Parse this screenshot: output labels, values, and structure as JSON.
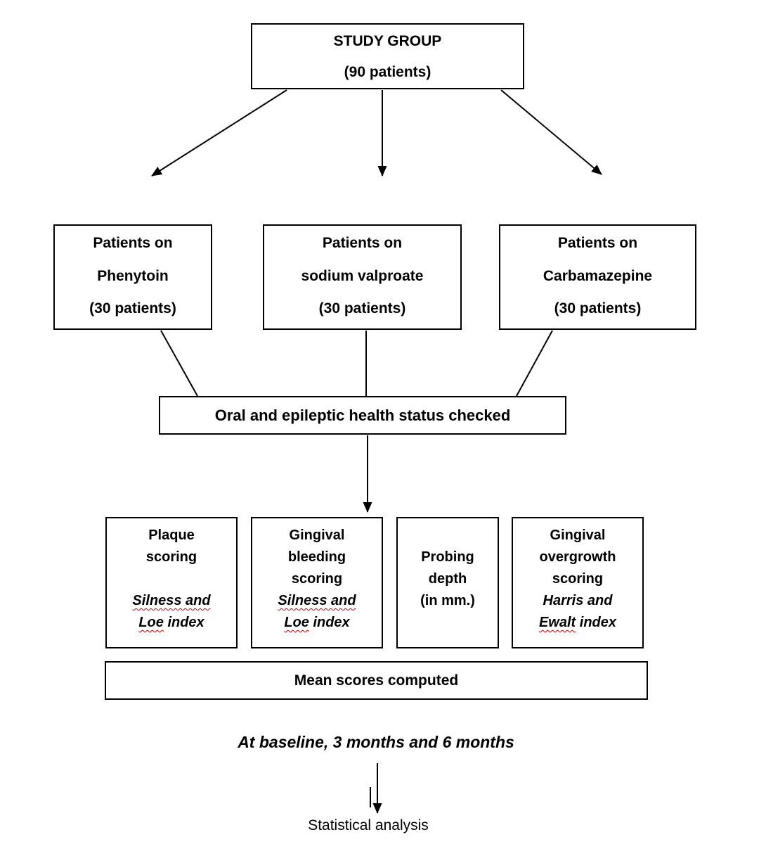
{
  "study_group": {
    "line1": "STUDY GROUP",
    "line2": "(90 patients)"
  },
  "arms": {
    "phenytoin": {
      "line1": "Patients on",
      "line2": "Phenytoin",
      "line3": "(30 patients)"
    },
    "valproate": {
      "line1": "Patients on",
      "line2": "sodium valproate",
      "line3": "(30 patients)"
    },
    "carbamazepine": {
      "line1": "Patients on",
      "line2": "Carbamazepine",
      "line3": "(30 patients)"
    }
  },
  "status_box": {
    "label": "Oral and epileptic health status checked"
  },
  "assessments": {
    "plaque": {
      "line1": "Plaque",
      "line2": "scoring",
      "index_word1": "Silness and",
      "index_word2": "Loe",
      "index_word3": "index"
    },
    "bleeding": {
      "line1": "Gingival",
      "line2": "bleeding",
      "line3": "scoring",
      "index_word1": "Silness and",
      "index_word2": "Loe",
      "index_word3": "index"
    },
    "probing": {
      "line1": "Probing",
      "line2": "depth",
      "line3": "(in mm.)"
    },
    "overgrowth": {
      "line1": "Gingival",
      "line2": "overgrowth",
      "line3": "scoring",
      "index_word1": "Harris and",
      "index_word2": "Ewalt",
      "index_word3": "index"
    }
  },
  "mean_box": {
    "label": "Mean scores computed"
  },
  "timepoints": {
    "label": "At baseline, 3 months and 6 months"
  },
  "final_step": {
    "label": "Statistical analysis"
  },
  "colors": {
    "line": "#000000",
    "text": "#000000",
    "background": "#ffffff",
    "spellcheck_underline": "#cc0000"
  }
}
